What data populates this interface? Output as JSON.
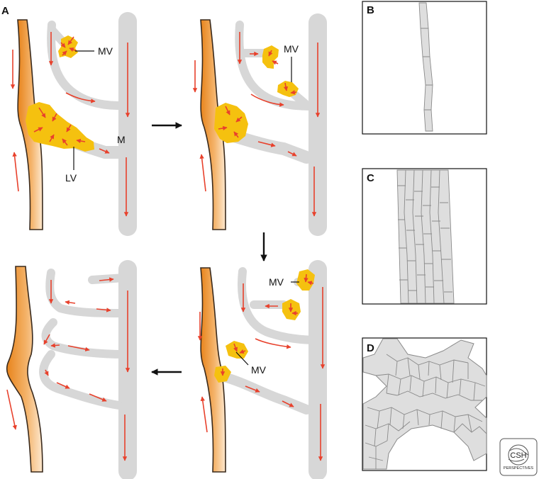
{
  "panels": {
    "a": "A",
    "b": "B",
    "c": "C",
    "d": "D"
  },
  "labels": {
    "mv": "MV",
    "lv": "LV",
    "m": "M"
  },
  "logo": {
    "line1": "CSH",
    "line2": "PERSPECTIVES"
  },
  "colors": {
    "vessel": "#d7d7d7",
    "vessel_edge": "#b9b9b9",
    "flow_arrow": "#e8412c",
    "gold_vessel": "#f5c10f",
    "artery_orange": "#e8841c",
    "artery_light": "#fbe3c4",
    "artery_outline": "#3a2a1c",
    "cell": "#dedede",
    "cell_edge": "#8a8a8a"
  },
  "icons": {
    "progress_arrows": "black-arrow-icon",
    "flow": "red-flow-arrow-icon"
  }
}
